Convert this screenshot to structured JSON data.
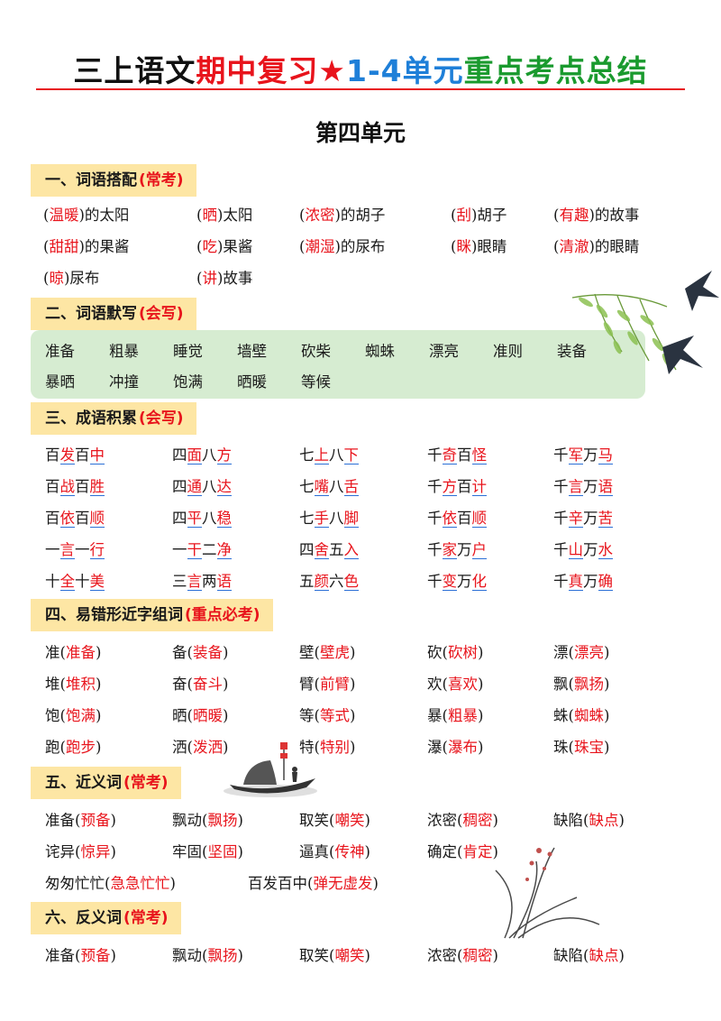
{
  "title": {
    "part1": "三上语文",
    "part2": "期中复习★",
    "part3": "1-4",
    "part4": "单元",
    "part5": "重点考点总结"
  },
  "subtitle": "第四单元",
  "sections": {
    "s1": {
      "title": "一、词语搭配",
      "tag": "(常考)"
    },
    "s2": {
      "title": "二、词语默写",
      "tag": "(会写)"
    },
    "s3": {
      "title": "三、成语积累",
      "tag": "(会写)"
    },
    "s4": {
      "title": "四、易错形近字组词",
      "tag": "(重点必考)"
    },
    "s5": {
      "title": "五、近义词",
      "tag": "(常考)"
    },
    "s6": {
      "title": "六、反义词",
      "tag": "(常考)"
    }
  },
  "collocations": [
    [
      [
        "(",
        "温暖",
        ")的太阳"
      ],
      [
        "(",
        "晒",
        ")太阳"
      ],
      [
        "(",
        "浓密",
        ")的胡子"
      ],
      [
        "(",
        "刮",
        ")胡子"
      ],
      [
        "(",
        "有趣",
        ")的故事"
      ]
    ],
    [
      [
        "(",
        "甜甜",
        ")的果酱"
      ],
      [
        "(",
        "吃",
        ")果酱"
      ],
      [
        "(",
        "潮湿",
        ")的尿布"
      ],
      [
        "(",
        "眯",
        ")眼睛"
      ],
      [
        "(",
        "清澈",
        ")的眼睛"
      ]
    ],
    [
      [
        "(",
        "晾",
        ")尿布"
      ],
      [
        "(",
        "讲",
        ")故事"
      ]
    ]
  ],
  "dictation": [
    [
      "准备",
      "粗暴",
      "睡觉",
      "墙壁",
      "砍柴",
      "蜘蛛",
      "漂亮",
      "准则",
      "装备"
    ],
    [
      "暴晒",
      "冲撞",
      "饱满",
      "晒暖",
      "等候"
    ]
  ],
  "idioms": [
    [
      [
        [
          "百",
          0
        ],
        [
          "发",
          1
        ],
        [
          "百",
          0
        ],
        [
          "中",
          1
        ]
      ],
      [
        [
          "四",
          0
        ],
        [
          "面",
          1
        ],
        [
          "八",
          0
        ],
        [
          "方",
          1
        ]
      ],
      [
        [
          "七",
          0
        ],
        [
          "上",
          1
        ],
        [
          "八",
          0
        ],
        [
          "下",
          1
        ]
      ],
      [
        [
          "千",
          0
        ],
        [
          "奇",
          1
        ],
        [
          "百",
          0
        ],
        [
          "怪",
          1
        ]
      ],
      [
        [
          "千",
          0
        ],
        [
          "军",
          1
        ],
        [
          "万",
          0
        ],
        [
          "马",
          1
        ]
      ]
    ],
    [
      [
        [
          "百",
          0
        ],
        [
          "战",
          1
        ],
        [
          "百",
          0
        ],
        [
          "胜",
          1
        ]
      ],
      [
        [
          "四",
          0
        ],
        [
          "通",
          1
        ],
        [
          "八",
          0
        ],
        [
          "达",
          1
        ]
      ],
      [
        [
          "七",
          0
        ],
        [
          "嘴",
          1
        ],
        [
          "八",
          0
        ],
        [
          "舌",
          1
        ]
      ],
      [
        [
          "千",
          0
        ],
        [
          "方",
          1
        ],
        [
          "百",
          0
        ],
        [
          "计",
          1
        ]
      ],
      [
        [
          "千",
          0
        ],
        [
          "言",
          1
        ],
        [
          "万",
          0
        ],
        [
          "语",
          1
        ]
      ]
    ],
    [
      [
        [
          "百",
          0
        ],
        [
          "依",
          1
        ],
        [
          "百",
          0
        ],
        [
          "顺",
          1
        ]
      ],
      [
        [
          "四",
          0
        ],
        [
          "平",
          1
        ],
        [
          "八",
          0
        ],
        [
          "稳",
          1
        ]
      ],
      [
        [
          "七",
          0
        ],
        [
          "手",
          1
        ],
        [
          "八",
          0
        ],
        [
          "脚",
          1
        ]
      ],
      [
        [
          "千",
          0
        ],
        [
          "依",
          1
        ],
        [
          "百",
          0
        ],
        [
          "顺",
          1
        ]
      ],
      [
        [
          "千",
          0
        ],
        [
          "辛",
          1
        ],
        [
          "万",
          0
        ],
        [
          "苦",
          1
        ]
      ]
    ],
    [
      [
        [
          "一",
          0
        ],
        [
          "言",
          1
        ],
        [
          "一",
          0
        ],
        [
          "行",
          1
        ]
      ],
      [
        [
          "一",
          0
        ],
        [
          "干",
          1
        ],
        [
          "二",
          0
        ],
        [
          "净",
          1
        ]
      ],
      [
        [
          "四",
          0
        ],
        [
          "舍",
          1
        ],
        [
          "五",
          0
        ],
        [
          "入",
          1
        ]
      ],
      [
        [
          "千",
          0
        ],
        [
          "家",
          1
        ],
        [
          "万",
          0
        ],
        [
          "户",
          1
        ]
      ],
      [
        [
          "千",
          0
        ],
        [
          "山",
          1
        ],
        [
          "万",
          0
        ],
        [
          "水",
          1
        ]
      ]
    ],
    [
      [
        [
          "十",
          0
        ],
        [
          "全",
          1
        ],
        [
          "十",
          0
        ],
        [
          "美",
          1
        ]
      ],
      [
        [
          "三",
          0
        ],
        [
          "言",
          1
        ],
        [
          "两",
          0
        ],
        [
          "语",
          1
        ]
      ],
      [
        [
          "五",
          0
        ],
        [
          "颜",
          1
        ],
        [
          "六",
          0
        ],
        [
          "色",
          1
        ]
      ],
      [
        [
          "千",
          0
        ],
        [
          "变",
          1
        ],
        [
          "万",
          0
        ],
        [
          "化",
          1
        ]
      ],
      [
        [
          "千",
          0
        ],
        [
          "真",
          1
        ],
        [
          "万",
          0
        ],
        [
          "确",
          1
        ]
      ]
    ]
  ],
  "similar_chars": [
    [
      [
        "准",
        "准备"
      ],
      [
        "备",
        "装备"
      ],
      [
        "壁",
        "壁虎"
      ],
      [
        "砍",
        "砍树"
      ],
      [
        "漂",
        "漂亮"
      ]
    ],
    [
      [
        "堆",
        "堆积"
      ],
      [
        "奋",
        "奋斗"
      ],
      [
        "臂",
        "前臂"
      ],
      [
        "欢",
        "喜欢"
      ],
      [
        "飘",
        "飘扬"
      ]
    ],
    [
      [
        "饱",
        "饱满"
      ],
      [
        "晒",
        "晒暖"
      ],
      [
        "等",
        "等式"
      ],
      [
        "暴",
        "粗暴"
      ],
      [
        "蛛",
        "蜘蛛"
      ]
    ],
    [
      [
        "跑",
        "跑步"
      ],
      [
        "洒",
        "泼洒"
      ],
      [
        "特",
        "特别"
      ],
      [
        "瀑",
        "瀑布"
      ],
      [
        "珠",
        "珠宝"
      ]
    ]
  ],
  "synonyms": [
    [
      [
        "准备",
        "预备"
      ],
      [
        "飘动",
        "飘扬"
      ],
      [
        "取笑",
        "嘲笑"
      ],
      [
        "浓密",
        "稠密"
      ],
      [
        "缺陷",
        "缺点"
      ]
    ],
    [
      [
        "诧异",
        "惊异"
      ],
      [
        "牢固",
        "坚固"
      ],
      [
        "逼真",
        "传神"
      ],
      [
        "确定",
        "肯定"
      ]
    ],
    [
      [
        "匆匆忙忙",
        "急急忙忙"
      ],
      [
        "百发百中",
        "弹无虚发"
      ]
    ]
  ],
  "antonyms": [
    [
      [
        "准备",
        "预备"
      ],
      [
        "飘动",
        "飘扬"
      ],
      [
        "取笑",
        "嘲笑"
      ],
      [
        "浓密",
        "稠密"
      ],
      [
        "缺陷",
        "缺点"
      ]
    ]
  ]
}
